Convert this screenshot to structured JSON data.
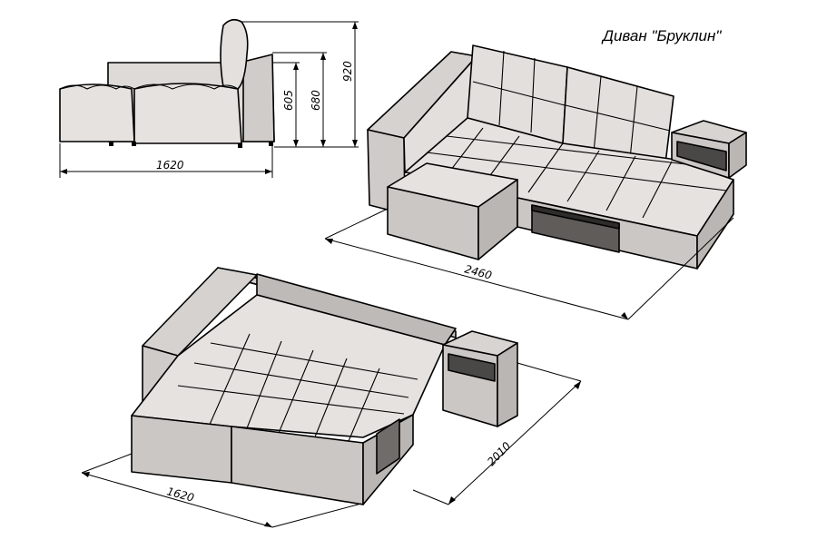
{
  "title": "Диван \"Бруклин\"",
  "colors": {
    "upholstery_light": "#e2dedc",
    "upholstery_mid": "#d2cecb",
    "upholstery_dark": "#aaa6a3",
    "shadow": "#6f6c6a",
    "line": "#000000"
  },
  "side_view": {
    "dims": {
      "width": "1620",
      "h1": "605",
      "h2": "680",
      "h3": "920"
    }
  },
  "corner_view": {
    "dims": {
      "length": "2460"
    }
  },
  "bed_view": {
    "dims": {
      "width": "1620",
      "length": "2010"
    }
  }
}
